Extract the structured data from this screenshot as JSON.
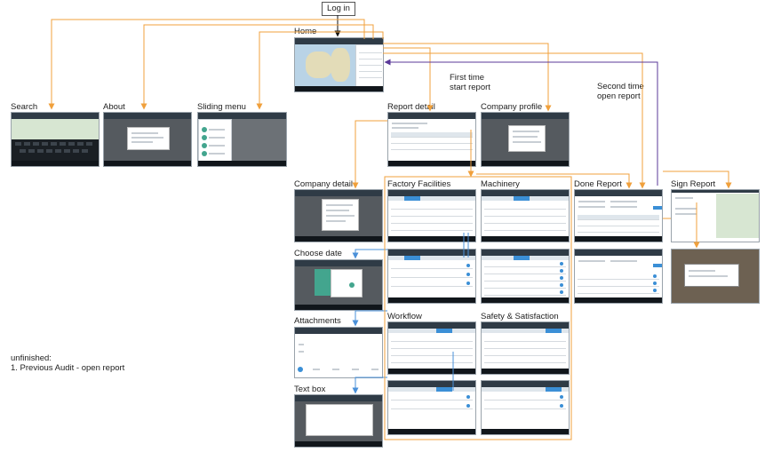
{
  "login": {
    "label": "Log in"
  },
  "labels": {
    "home": "Home",
    "search": "Search",
    "about": "About",
    "sliding_menu": "Sliding menu",
    "report_detail": "Report detail",
    "company_profile": "Company profile",
    "company_detail": "Company detail",
    "factory_facilities": "Factory Facilities",
    "machinery": "Machinery",
    "done_report": "Done Report",
    "sign_report": "Sign Report",
    "choose_date": "Choose date",
    "attachments": "Attachments",
    "workflow": "Workflow",
    "safety_satisfaction": "Safety & Satisfaction",
    "text_box": "Text box"
  },
  "annotations": {
    "first_time_line1": "First time",
    "first_time_line2": "start report",
    "second_time_line1": "Second time",
    "second_time_line2": "open report"
  },
  "notes": {
    "title": "unfinished:",
    "item1": "1. Previous Audit - open report"
  },
  "colors": {
    "flow_orange": "#f0a03c",
    "flow_black": "#111111",
    "flow_purple": "#5b3a9a",
    "flow_blue": "#4a90d9",
    "app_bar": "#2f3b46",
    "accent": "#3b8fd6"
  }
}
